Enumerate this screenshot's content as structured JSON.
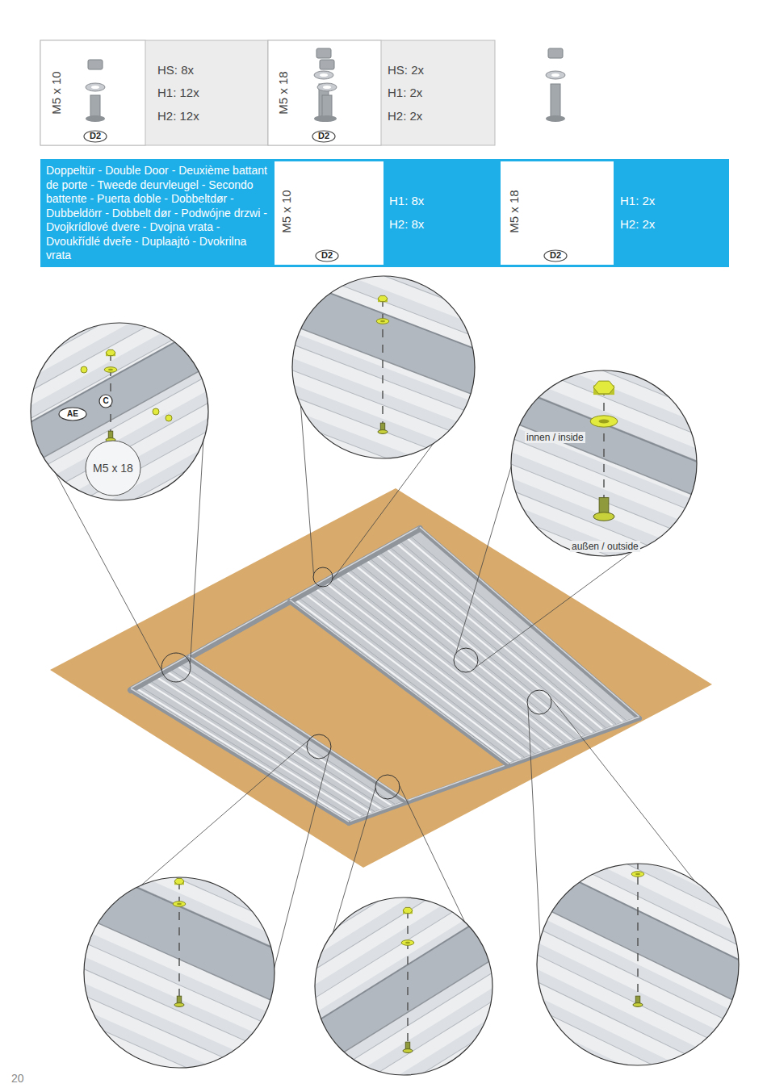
{
  "diagram": {
    "nodes": [
      {
        "text": [
          "M5 x 10",
          "D2"
        ]
      },
      {
        "text": [
          "HS: 8x",
          "H1: 12x",
          "H2: 12x"
        ]
      },
      {
        "text": [
          "M5 x 18",
          "D2"
        ]
      },
      {
        "text": [
          "HS: 2x",
          "H1: 2x",
          "H2: 2x"
        ]
      },
      {
        "text": [
          "Doppeltür - Double Door - Deuxième battant de porte - Tweede deurvleugel - Secondo battente - Puerta doble - Dobbeltdør - Dubbeldörr - Dobbelt dør - Podwójne drzwi - Dvojkrídlové dvere - Dvojna vrata - Dvoukřídlé dveře - Duplaajtó - Dvokrilna vrata",
          "H1: 8x",
          "H2: 8x",
          "H1: 2x",
          "H2: 2x"
        ]
      },
      {
        "text": [
          "M5 x 10",
          "D2"
        ],
        "in": 4
      },
      {
        "text": [
          "M5 x 18",
          "D2"
        ],
        "in": 4
      },
      {
        "text": [
          "AE"
        ]
      },
      {
        "text": [
          "C"
        ]
      },
      {
        "text": [
          "M5 x 18"
        ]
      }
    ],
    "labels": [
      "innen / inside",
      "außen / outside",
      "20"
    ]
  }
}
